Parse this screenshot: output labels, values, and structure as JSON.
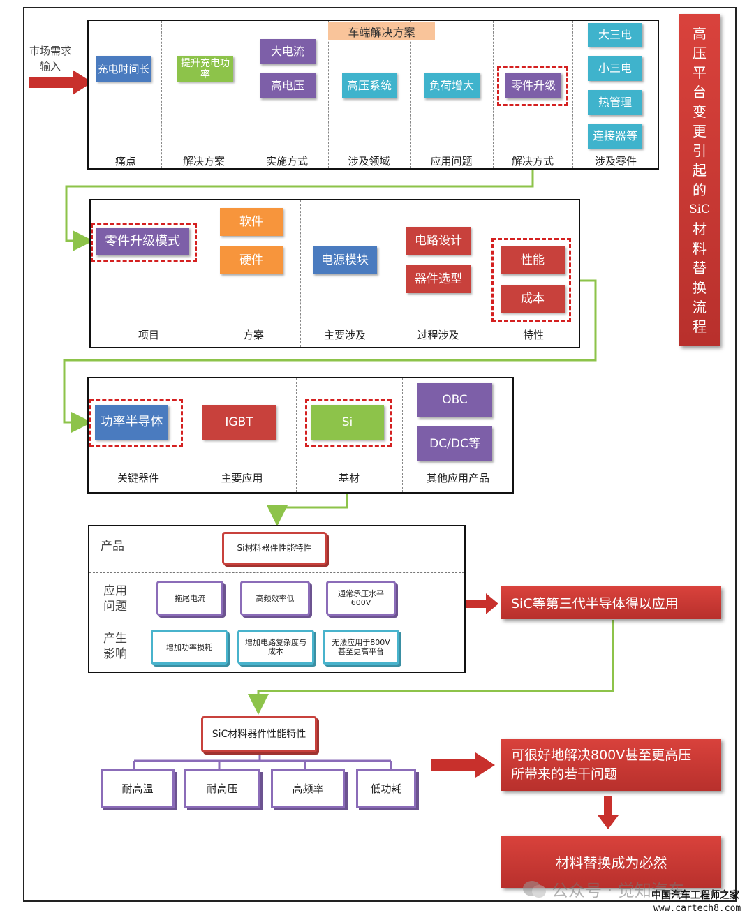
{
  "market": {
    "line1": "市场需求",
    "line2": "输入"
  },
  "side_title": [
    "高",
    "压",
    "平",
    "台",
    "变",
    "更",
    "引",
    "起",
    "的",
    "SiC",
    "材",
    "料",
    "替",
    "换",
    "流",
    "程"
  ],
  "row1": {
    "header": "车端解决方案",
    "pain": "充电时间长",
    "solution": "提升充电功率",
    "impl": [
      "大电流",
      "高电压"
    ],
    "domain": "高压系统",
    "problem": "负荷增大",
    "method": "零件升级",
    "parts": [
      "大三电",
      "小三电",
      "热管理",
      "连接器等"
    ],
    "col_labels": [
      "痛点",
      "解决方案",
      "实施方式",
      "涉及领域",
      "应用问题",
      "解决方式",
      "涉及零件"
    ]
  },
  "row2": {
    "item": "零件升级模式",
    "plans": [
      "软件",
      "硬件"
    ],
    "main": "电源模块",
    "process": [
      "电路设计",
      "器件选型"
    ],
    "traits": [
      "性能",
      "成本"
    ],
    "col_labels": [
      "项目",
      "方案",
      "主要涉及",
      "过程涉及",
      "特性"
    ]
  },
  "row3": {
    "key": "功率半导体",
    "app": "IGBT",
    "base": "Si",
    "others": [
      "OBC",
      "DC/DC等"
    ],
    "col_labels": [
      "关键器件",
      "主要应用",
      "基材",
      "其他应用产品"
    ]
  },
  "row4": {
    "side_product": "产品",
    "side_problem": [
      "应用",
      "问题"
    ],
    "side_effect": [
      "产生",
      "影响"
    ],
    "title": "Si材料器件性能特性",
    "problems": [
      "拖尾电流",
      "高频效率低",
      "通常承压水平\n600V"
    ],
    "effects": [
      "增加功率损耗",
      "增加电路复杂度与\n成本",
      "无法应用于800V\n甚至更高平台"
    ],
    "result": "SiC等第三代半导体得以应用"
  },
  "row5": {
    "title": "SiC材料器件性能特性",
    "features": [
      "耐高温",
      "耐高压",
      "高频率",
      "低功耗"
    ],
    "result": "可很好地解决800V甚至更高压所带来的若干问题",
    "final": "材料替换成为必然"
  },
  "watermark": {
    "wechat": "公众号 · 觉知汽车",
    "site_cn": "中国汽车工程师之家",
    "site_url": "www.cartech8.com"
  }
}
